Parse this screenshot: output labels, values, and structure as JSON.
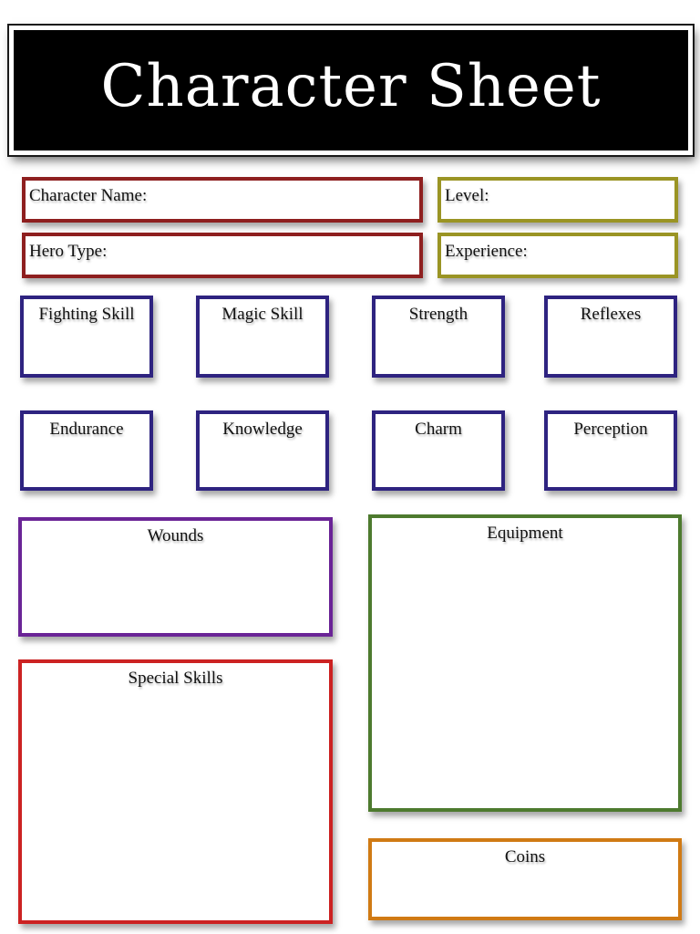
{
  "title": "Character Sheet",
  "fields": {
    "character_name": "Character Name:",
    "hero_type": "Hero Type:",
    "level": "Level:",
    "experience": "Experience:"
  },
  "stats": {
    "fighting_skill": "Fighting Skill",
    "magic_skill": "Magic Skill",
    "strength": "Strength",
    "reflexes": "Reflexes",
    "endurance": "Endurance",
    "knowledge": "Knowledge",
    "charm": "Charm",
    "perception": "Perception"
  },
  "sections": {
    "wounds": "Wounds",
    "special_skills": "Special Skills",
    "equipment": "Equipment",
    "coins": "Coins"
  },
  "colors": {
    "name_fields": "#8e1f1f",
    "level_fields": "#9a9424",
    "stat_boxes": "#2e2380",
    "wounds": "#6a2496",
    "equipment": "#4d7a2e",
    "special_skills": "#cc2222",
    "coins": "#d07a14"
  }
}
